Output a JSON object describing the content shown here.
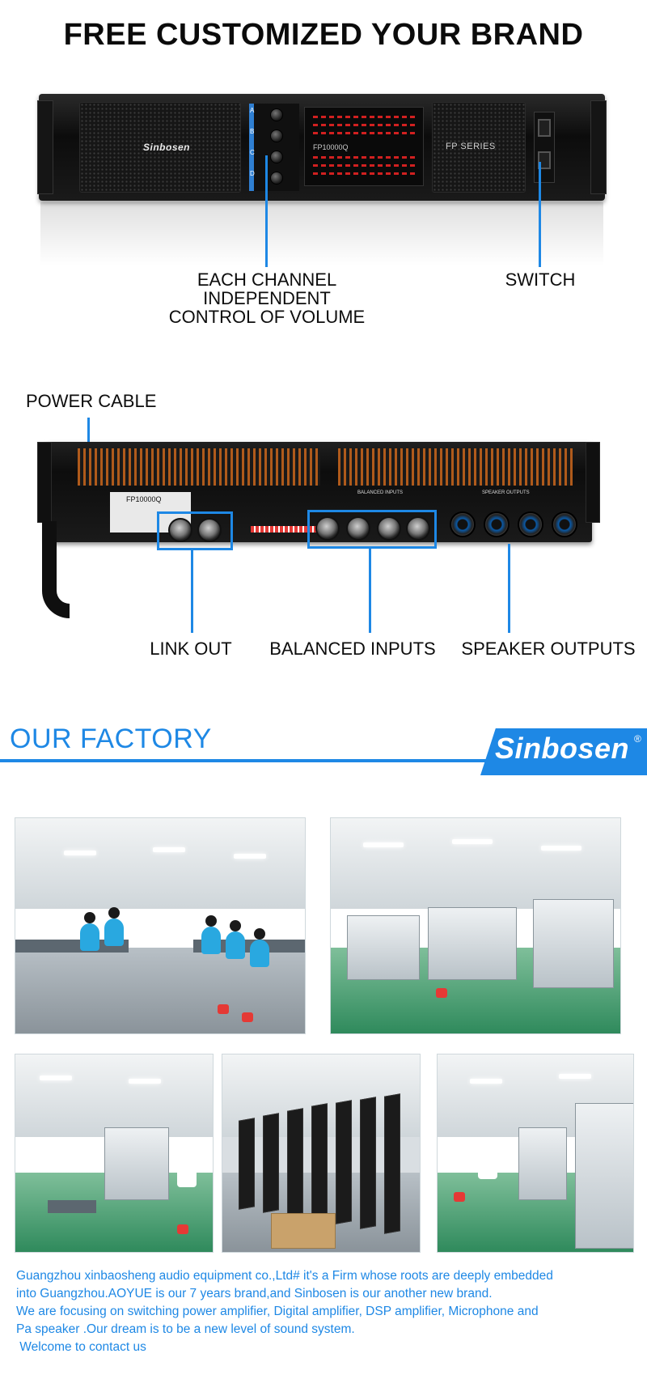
{
  "headline": "FREE CUSTOMIZED YOUR BRAND",
  "front_panel": {
    "brand": "Sinbosen",
    "model": "FP10000Q",
    "series": "FP SERIES",
    "channels": [
      "A",
      "B",
      "C",
      "D"
    ],
    "labels": {
      "volume_line1": "EACH CHANNEL",
      "volume_line2": "INDEPENDENT",
      "volume_line3": "CONTROL OF VOLUME",
      "switch": "SWITCH"
    }
  },
  "rear_panel": {
    "model": "FP10000Q",
    "section_inputs": "BALANCED INPUTS",
    "section_outputs": "SPEAKER OUTPUTS",
    "labels": {
      "power_cable": "POWER CABLE",
      "link_out": "LINK OUT",
      "balanced_inputs": "BALANCED INPUTS",
      "speaker_outputs": "SPEAKER OUTPUTS"
    }
  },
  "factory": {
    "title": "OUR FACTORY",
    "logo": "Sinbosen",
    "logo_mark": "®"
  },
  "description": {
    "line1": "Guangzhou xinbaosheng audio equipment co.,Ltd#  it's a Firm whose roots are deeply embedded",
    "line2": "into Guangzhou.AOYUE is our 7 years brand,and Sinbosen is our another new brand.",
    "line3": "We are focusing on switching power amplifier, Digital amplifier, DSP amplifier, Microphone and",
    "line4": "Pa speaker .Our dream is to be a new level of sound system.",
    "line5": " Welcome to contact us"
  },
  "colors": {
    "accent": "#1e88e5",
    "text": "#0d0d0d",
    "heatsink": "#c1621c",
    "worker_shirt": "#29a8e0"
  }
}
